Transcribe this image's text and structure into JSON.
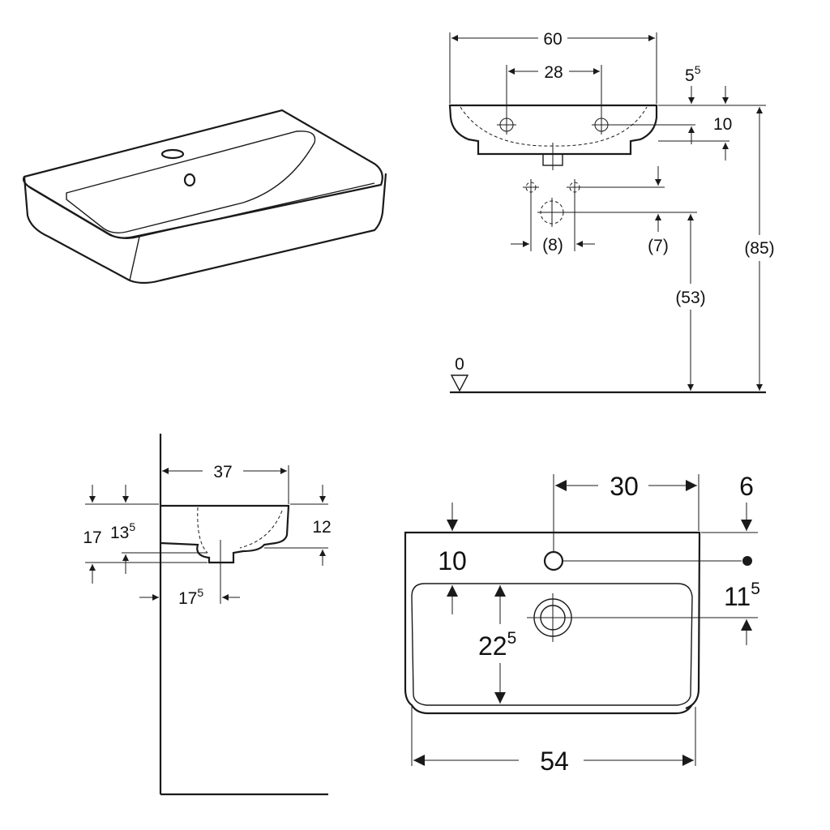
{
  "front_view": {
    "width": "60",
    "tap_spacing": "28",
    "rim_top_main": "5",
    "rim_top_sup": "5",
    "rim_height": "10",
    "tap_spacing_below": "(8)",
    "tap_height": "(7)",
    "total_height": "(85)",
    "waste_height": "(53)",
    "floor_level": "0"
  },
  "side_view": {
    "depth": "37",
    "height_outer": "17",
    "height_inner_main": "13",
    "height_inner_sup": "5",
    "rim_height": "12",
    "waste_offset_main": "17",
    "waste_offset_sup": "5"
  },
  "top_view": {
    "tap_to_edge": "30",
    "top_offset": "6",
    "tap_from_back": "10",
    "basin_back_main": "11",
    "basin_back_sup": "5",
    "basin_depth_main": "22",
    "basin_depth_sup": "5",
    "inner_width": "54"
  },
  "colors": {
    "ink": "#1a1a1a",
    "background": "#ffffff"
  }
}
